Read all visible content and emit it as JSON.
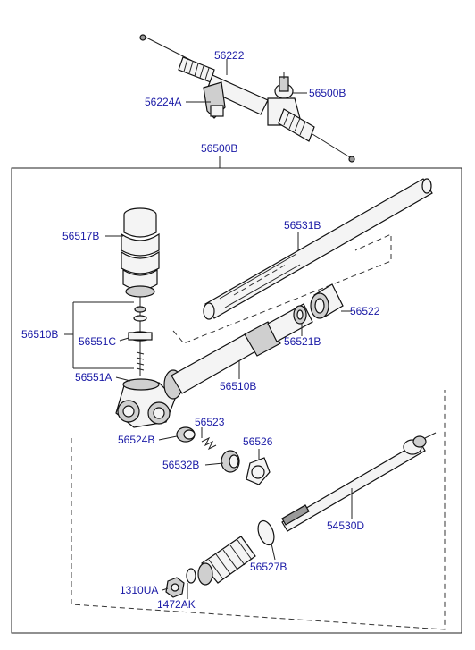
{
  "labels": {
    "p56222": "56222",
    "p56224A": "56224A",
    "p56500B_top": "56500B",
    "p56500B_box": "56500B",
    "p56517B": "56517B",
    "p56531B": "56531B",
    "p56510B_left": "56510B",
    "p56551C": "56551C",
    "p56522": "56522",
    "p56521B": "56521B",
    "p56551A": "56551A",
    "p56510B_right": "56510B",
    "p56523": "56523",
    "p56524B": "56524B",
    "p56526": "56526",
    "p56532B": "56532B",
    "p54530D": "54530D",
    "p56527B": "56527B",
    "p1310UA": "1310UA",
    "p1472AK": "1472AK"
  }
}
